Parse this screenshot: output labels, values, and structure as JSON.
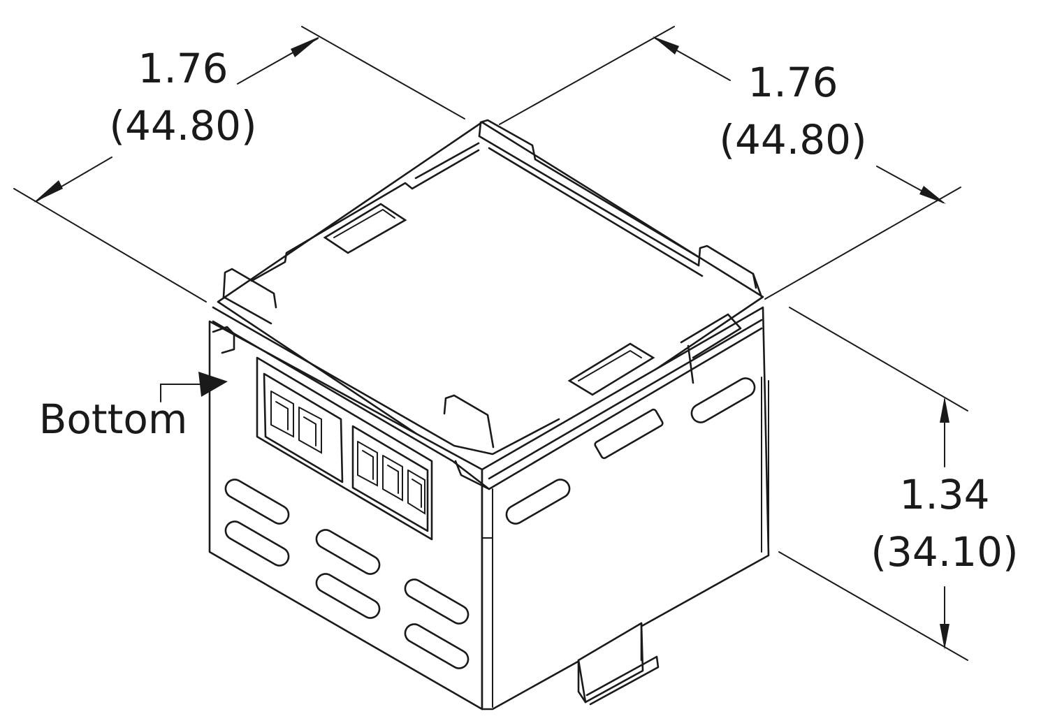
{
  "dimensions": {
    "width_left": {
      "inch": "1.76",
      "mm": "(44.80)"
    },
    "width_right": {
      "inch": "1.76",
      "mm": "(44.80)"
    },
    "height": {
      "inch": "1.34",
      "mm": "(34.10)"
    }
  },
  "callout": {
    "label": "Bottom"
  },
  "colors": {
    "line": "#1a1a1a",
    "background": "#ffffff"
  }
}
